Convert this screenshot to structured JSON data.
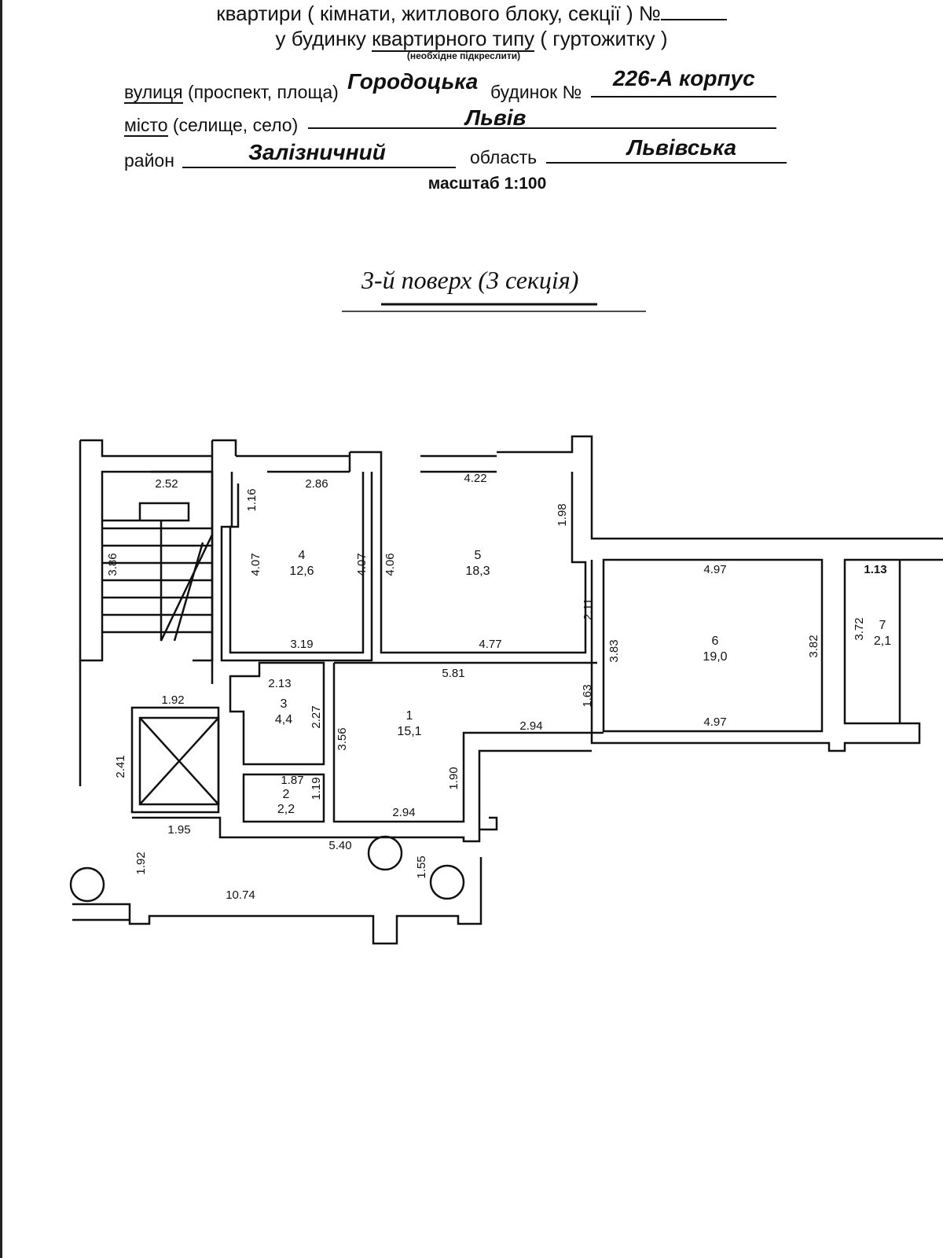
{
  "header": {
    "line1_text": "квартири ( кімнати, житлового блоку, секції ) №",
    "line2_prefix": "у будинку ",
    "line2_underlined": "квартирного типу",
    "line2_suffix": " ( гуртожитку )",
    "note": "(необхідне підкреслити)"
  },
  "address": {
    "street_label_u": "вулиця",
    "street_label_rest": " (проспект, площа)",
    "street_value": "Городоцька",
    "building_label": "будинок №",
    "building_value": "226-А корпус",
    "city_label_u": "місто",
    "city_label_rest": " (селище, село)",
    "city_value": "Львів",
    "district_label": "район",
    "district_value": "Залізничний",
    "region_label": "область",
    "region_value": "Львівська",
    "scale": "масштаб 1:100"
  },
  "floor_title": "3-й поверх (3 секція)",
  "rooms": [
    {
      "number": "1",
      "area": "15,1"
    },
    {
      "number": "2",
      "area": "2,2"
    },
    {
      "number": "3",
      "area": "4,4"
    },
    {
      "number": "4",
      "area": "12,6"
    },
    {
      "number": "5",
      "area": "18,3"
    },
    {
      "number": "6",
      "area": "19,0"
    },
    {
      "number": "7",
      "area": "2,1"
    }
  ],
  "dimensions": {
    "d252": "2.52",
    "d386": "3.86",
    "d192a": "1.92",
    "d241": "2.41",
    "d195": "1.95",
    "d192b": "1.92",
    "d1074": "10.74",
    "d286": "2.86",
    "d116": "1.16",
    "d407a": "4.07",
    "d407b": "4.07",
    "d319": "3.19",
    "d422": "4.22",
    "d198": "1.98",
    "d406": "4.06",
    "d211": "2.11",
    "d477": "4.77",
    "d581": "5.81",
    "d213": "2.13",
    "d227": "2.27",
    "d356": "3.56",
    "d187": "1.87",
    "d119": "1.19",
    "d163": "1.63",
    "d294a": "2.94",
    "d190": "1.90",
    "d294b": "2.94",
    "d540": "5.40",
    "d155": "1.55",
    "d497a": "4.97",
    "d383": "3.83",
    "d497b": "4.97",
    "d382": "3.82",
    "d372": "3.72",
    "d113": "1.13"
  }
}
